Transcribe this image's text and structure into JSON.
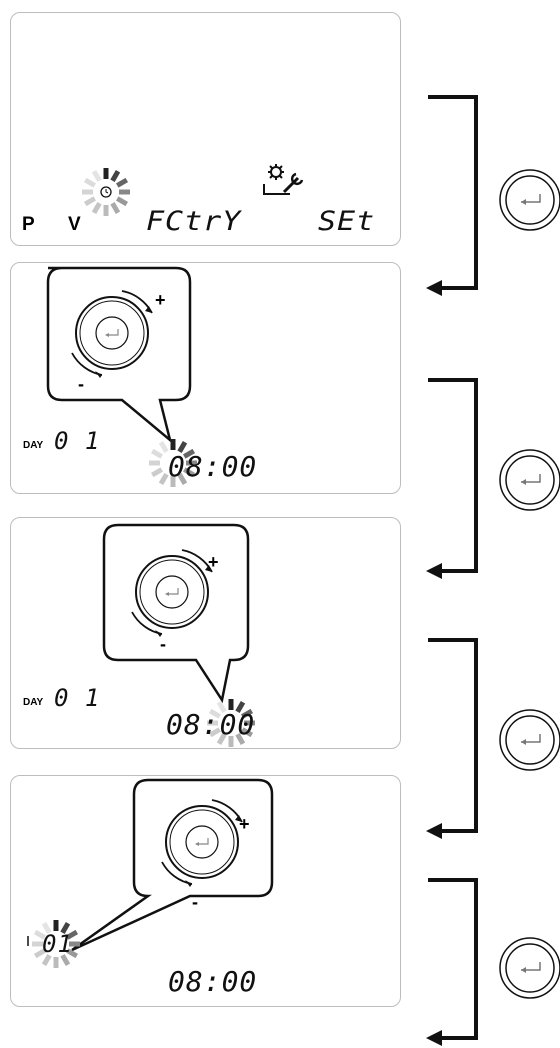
{
  "step1": {
    "p_label": "P",
    "v_label": "V",
    "mode_text": "FCtrY",
    "set_text": "SEt"
  },
  "step2": {
    "day_label": "DAY",
    "day_value": "0 1",
    "time_value": "08:00"
  },
  "step3": {
    "day_label": "DAY",
    "day_value": "0 1",
    "time_value": "08:00"
  },
  "step4": {
    "day_value": "01",
    "time_value": "08:00"
  },
  "knob": {
    "plus": "+",
    "minus": "-"
  },
  "icons": [
    "clock-spinner-icon",
    "gear-wrench-icon",
    "rotary-knob-icon",
    "enter-button-icon",
    "flow-arrow-icon"
  ]
}
